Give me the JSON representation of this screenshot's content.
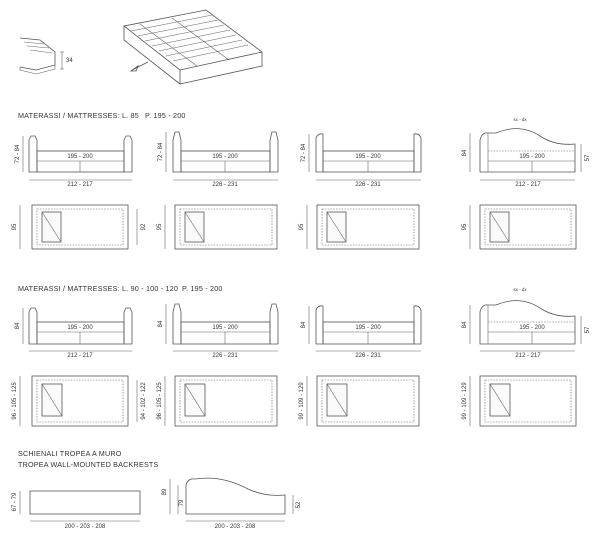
{
  "sections": [
    {
      "line1": "MATERASSI / MATTRESSES: L. 85",
      "line2": "P. 195 - 200"
    },
    {
      "line1": "MATERASSI / MATTRESSES: L. 90 - 100 - 120",
      "line2": "P. 195 - 200"
    },
    {
      "line1": "SCHIENALI TROPEA A MURO",
      "line2": "TROPEA WALL-MOUNTED BACKRESTS"
    }
  ],
  "top_detail": {
    "height_label": "34"
  },
  "row1": {
    "height_label": "72 - 84",
    "mattress_label": "195 - 200",
    "width_labels": [
      "212 - 217",
      "226 - 231",
      "226 - 231",
      "212 - 217"
    ],
    "plan_depth_left": "95",
    "plan_depth_right": "92",
    "chaise_height": "84",
    "chaise_side": "57",
    "chaise_note": "sx - dx"
  },
  "row2": {
    "height_label": "84",
    "mattress_label": "195 - 200",
    "width_labels": [
      "212 - 217",
      "226 - 231",
      "226 - 231",
      "212 - 217"
    ],
    "plan_depth_a": "96 - 105 - 125",
    "plan_depth_b": "94 - 102 - 122",
    "plan_depth_c": "99 - 109 - 129",
    "chaise_side": "57",
    "chaise_note": "sx - dx"
  },
  "backrests": {
    "left_height": "67 - 79",
    "left_width": "200 - 203 - 208",
    "right_height_outer": "89",
    "right_height_inner": "79",
    "right_side": "52",
    "right_width": "200 - 203 - 208"
  }
}
